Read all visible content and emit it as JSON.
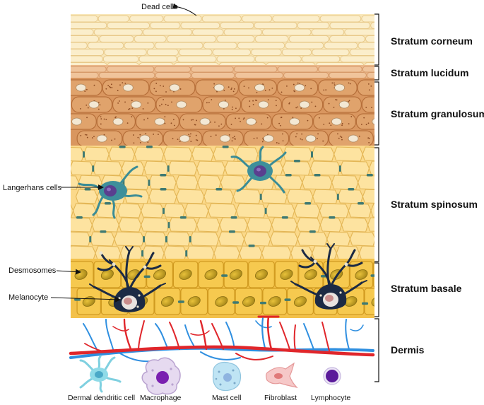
{
  "layers": [
    {
      "key": "corneum",
      "label": "Stratum corneum"
    },
    {
      "key": "lucidum",
      "label": "Stratum lucidum"
    },
    {
      "key": "granulosum",
      "label": "Stratum granulosum"
    },
    {
      "key": "spinosum",
      "label": "Stratum spinosum"
    },
    {
      "key": "basale",
      "label": "Stratum basale"
    },
    {
      "key": "dermis",
      "label": "Dermis"
    }
  ],
  "callouts": {
    "dead_cells": "Dead cells",
    "langerhans": "Langerhans cells",
    "desmosomes": "Desmosomes",
    "melanocyte": "Melanocyte"
  },
  "dermal_cells": [
    {
      "key": "dendritic",
      "label": "Dermal dendritic cell"
    },
    {
      "key": "macrophage",
      "label": "Macrophage"
    },
    {
      "key": "mast",
      "label": "Mast cell"
    },
    {
      "key": "fibroblast",
      "label": "Fibroblast"
    },
    {
      "key": "lymphocyte",
      "label": "Lymphocyte"
    }
  ],
  "colors": {
    "corneum": "#f7e3b0",
    "lucidum": "#eab488",
    "granulosum": "#d7925e",
    "spinosum": "#fbd98a",
    "basale": "#f3c14a",
    "desmosome": "#3f7a72",
    "artery": "#e0262b",
    "vein": "#2f8fe0",
    "melanocyte_dark": "#1c2a44"
  }
}
